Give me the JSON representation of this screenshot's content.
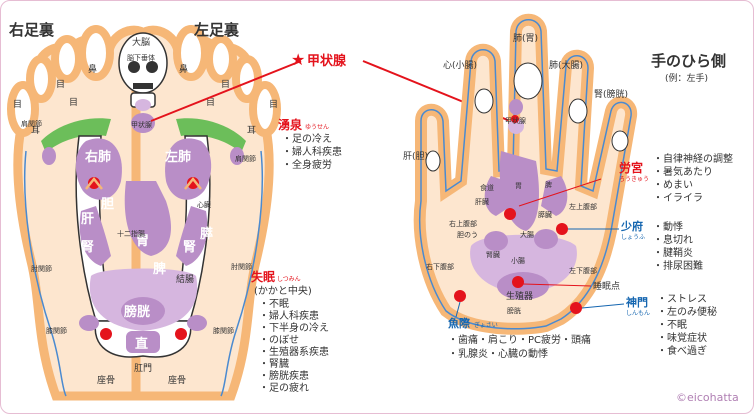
{
  "foot": {
    "title": "右足裏",
    "title2": "左足裏",
    "big_brain": "大脳",
    "nose": "鼻",
    "eye": "目",
    "ear": "耳",
    "left_lung": "左肺",
    "right_lung": "右肺",
    "thyroid": "甲状腺",
    "liver": "肝",
    "gallbladder": "胆",
    "kidney": "腎",
    "stomach": "胃",
    "duodenum": "十二指腸",
    "pancreas": "膵",
    "heart": "心臓",
    "spleen": "脾",
    "colon": "結腸",
    "bladder": "膀胱",
    "rectum": "直",
    "knee": "膝関節",
    "elbow": "肘関節",
    "shoulder": "肩関節",
    "sciatic": "座骨",
    "anus": "肛門",
    "brainstem": "脳下垂体"
  },
  "thyroid_callout": "甲状腺",
  "points": {
    "yusen": {
      "name": "湧泉",
      "ruby": "ゆうせん",
      "effects": [
        "足の冷え",
        "婦人科疾患",
        "全身疲労"
      ]
    },
    "shitsumin": {
      "name": "失眠",
      "ruby": "しつみん",
      "sub": "(かかと中央)",
      "effects": [
        "不眠",
        "婦人科疾患",
        "下半身の冷え",
        "のぼせ",
        "生殖器系疾患",
        "腎臓",
        "膀胱疾患",
        "足の疲れ"
      ]
    },
    "rokyu": {
      "name": "労宮",
      "ruby": "ろうきゅう",
      "effects": [
        "自律神経の調整",
        "暑気あたり",
        "めまい",
        "イライラ"
      ]
    },
    "shofu": {
      "name": "少府",
      "ruby": "しょうふ",
      "effects": [
        "動悸",
        "息切れ",
        "腱鞘炎",
        "排尿困難"
      ]
    },
    "shinmon": {
      "name": "神門",
      "ruby": "しんもん",
      "effects": [
        "ストレス",
        "左のみ便秘",
        "不眠",
        "味覚症状",
        "食べ過ぎ"
      ]
    },
    "gyosai": {
      "name": "魚際",
      "ruby": "ぎょさい",
      "effects": [
        "歯痛・肩こり・PC疲労・頭痛",
        "乳腺炎・心臓の動悸"
      ]
    }
  },
  "hand": {
    "title": "手のひら側",
    "subtitle": "(例：左手)",
    "lung_stomach": "肺(胃)",
    "heart_small": "心(小腸)",
    "lung_large": "肺(大腸)",
    "kidney_bladder": "腎(膀胱)",
    "liver_gall": "肝(胆)",
    "esophagus": "食道",
    "right_upper": "右上腹部",
    "left_upper": "左上腹部",
    "liver": "肝臓",
    "stomach": "胃",
    "gall": "胆のう",
    "pancreas": "膵臓",
    "spleen": "脾",
    "kidney": "腎臓",
    "small_int": "小腸",
    "large_int": "大腸",
    "right_lower": "右下腹部",
    "left_lower": "左下腹部",
    "sleep_point": "睡眠点",
    "genital": "生殖器",
    "bladder": "膀胱",
    "thyroid": "甲状腺"
  },
  "credit": "©eicohatta"
}
